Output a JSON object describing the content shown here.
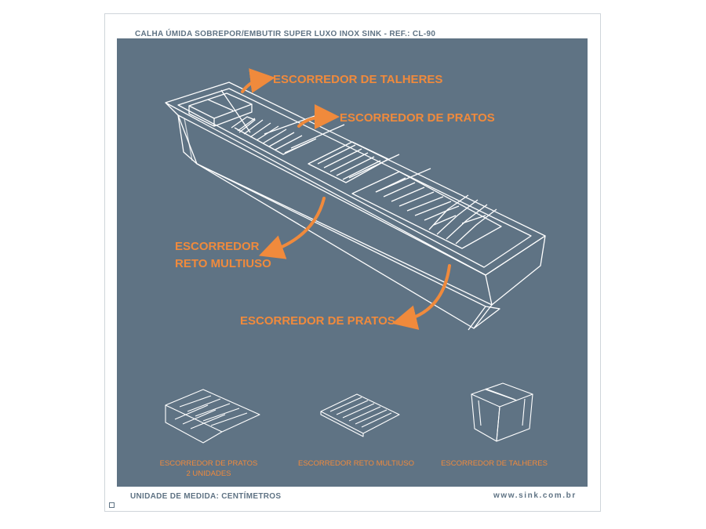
{
  "header": {
    "title": "CALHA ÚMIDA SOBREPOR/EMBUTIR SUPER LUXO INOX SINK - REF.: CL-90"
  },
  "labels": {
    "talheres": "ESCORREDOR DE TALHERES",
    "pratos_top": "ESCORREDOR DE PRATOS",
    "reto_line1": "ESCORREDOR",
    "reto_line2": "RETO MULTIUSO",
    "pratos_bottom": "ESCORREDOR DE PRATOS"
  },
  "accessories": [
    {
      "name_line1": "ESCORREDOR DE PRATOS",
      "name_line2": "2 UNIDADES"
    },
    {
      "name_line1": "ESCORREDOR RETO MULTIUSO"
    },
    {
      "name_line1": "ESCORREDOR DE TALHERES"
    }
  ],
  "footer": {
    "unit": "UNIDADE DE MEDIDA: CENTÍMETROS",
    "website": "www.sink.com.br"
  },
  "colors": {
    "panel": "#5f7384",
    "accent": "#f08a3c",
    "line": "#ffffff"
  }
}
